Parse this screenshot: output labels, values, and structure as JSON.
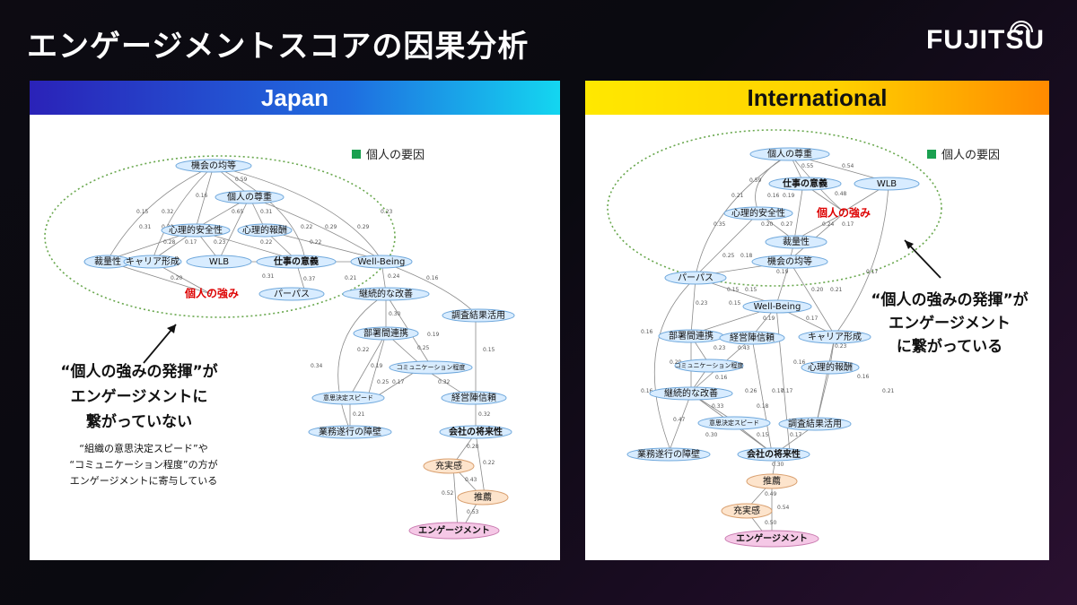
{
  "title": "エンゲージメントスコアの因果分析",
  "logo": "FUJITSU",
  "panels": {
    "japan": {
      "header": "Japan",
      "legend": "個人の要因",
      "callout": [
        "“個人の強みの発揮”が",
        "エンゲージメントに",
        "繋がっていない"
      ],
      "note": [
        "“組織の意思決定スピード”や",
        "“コミュニケーション程度”の方が",
        "エンゲージメントに寄与している"
      ],
      "nodes": {
        "kikai": "機会の均等",
        "sonchou": "個人の尊重",
        "shinri": "心理的安全性",
        "houshu": "心理的報酬",
        "sairyou": "裁量性",
        "career": "キャリア形成",
        "wlb": "WLB",
        "imi": "仕事の意義",
        "wellbeing": "Well-Being",
        "tsuyomi": "個人の強み",
        "purpose": "パーパス",
        "kaizen": "継続的な改善",
        "chousa": "調査結果活用",
        "bumon": "部署間連携",
        "comm": "コミュニケーション程度",
        "ishi": "意思決定スピード",
        "keiei": "経営陣信頼",
        "shourai": "会社の将来性",
        "shogai": "業務遂行の障壁",
        "jujitsu": "充実感",
        "suisen": "推薦",
        "eng": "エンゲージメント"
      },
      "weights": [
        "0.59",
        "0.16",
        "0.65",
        "0.31",
        "0.15",
        "0.32",
        "0.30",
        "0.28",
        "0.31",
        "0.17",
        "0.23",
        "0.22",
        "0.22",
        "0.29",
        "0.22",
        "0.23",
        "0.29",
        "0.20",
        "0.31",
        "0.37",
        "0.21",
        "0.24",
        "0.16",
        "0.30",
        "0.19",
        "0.25",
        "0.22",
        "0.34",
        "0.19",
        "0.25",
        "0.17",
        "0.32",
        "0.15",
        "0.21",
        "0.32",
        "0.28",
        "0.22",
        "0.43",
        "0.52",
        "0.53"
      ]
    },
    "international": {
      "header": "International",
      "legend": "個人の要因",
      "callout": [
        "“個人の強みの発揮”が",
        "エンゲージメント",
        "に繋がっている"
      ],
      "nodes": {
        "sonchou": "個人の尊重",
        "imi": "仕事の意義",
        "wlb": "WLB",
        "shinri": "心理的安全性",
        "tsuyomi": "個人の強み",
        "sairyou": "裁量性",
        "kikai": "機会の均等",
        "purpose": "パーパス",
        "wellbeing": "Well-Being",
        "bumon": "部署間連携",
        "keiei": "経営陣信頼",
        "career": "キャリア形成",
        "comm": "コミュニケーション程度",
        "houshu": "心理的報酬",
        "kaizen": "継続的な改善",
        "ishi": "意思決定スピード",
        "chousa": "調査結果活用",
        "shogai": "業務遂行の障壁",
        "shourai": "会社の将来性",
        "suisen": "推薦",
        "jujitsu": "充実感",
        "eng": "エンゲージメント"
      },
      "weights": [
        "0.55",
        "0.54",
        "0.59",
        "0.19",
        "0.48",
        "0.21",
        "0.35",
        "0.16",
        "0.20",
        "0.27",
        "0.24",
        "0.17",
        "0.25",
        "0.18",
        "0.19",
        "0.17",
        "0.15",
        "0.15",
        "0.20",
        "0.21",
        "0.23",
        "0.15",
        "0.19",
        "0.17",
        "0.16",
        "0.23",
        "0.43",
        "0.29",
        "0.16",
        "0.16",
        "0.26",
        "0.23",
        "0.17",
        "0.16",
        "0.47",
        "0.33",
        "0.18",
        "0.30",
        "0.15",
        "0.17",
        "0.16",
        "0.17",
        "0.21",
        "0.30",
        "0.49",
        "0.54",
        "0.50"
      ]
    }
  },
  "colors": {
    "japan_header": "#1f6de0",
    "international_header": "#ffd000",
    "legend_square": "#1aa050",
    "highlight_text": "#dd0000",
    "ellipse_border": "#6aa84f"
  }
}
